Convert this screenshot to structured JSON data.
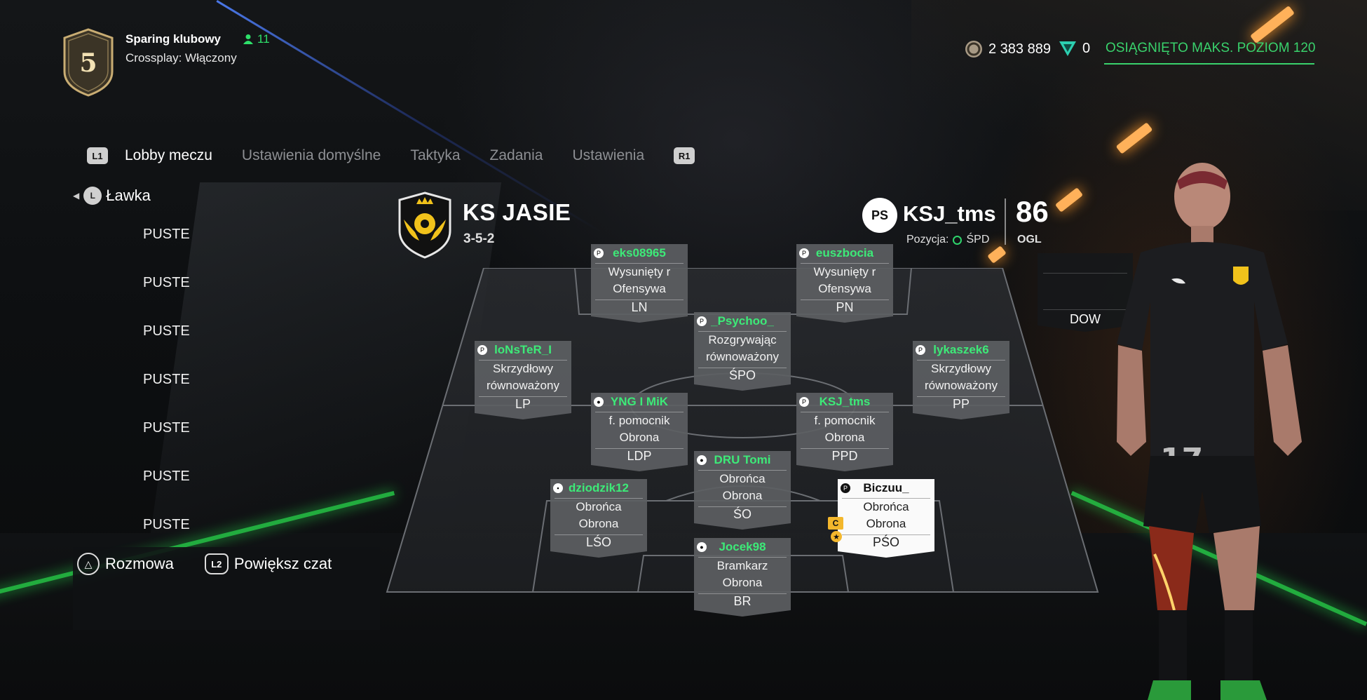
{
  "lobby": {
    "division": "5",
    "mode_title": "Sparing klubowy",
    "member_count": "11",
    "crossplay": "Crossplay: Włączony"
  },
  "wallet": {
    "coins": "2 383 889",
    "points": "0",
    "max_level": "OSIĄGNIĘTO MAKS. POZIOM 120"
  },
  "tabs": {
    "left_button": "L1",
    "right_button": "R1",
    "items": [
      "Lobby meczu",
      "Ustawienia domyślne",
      "Taktyka",
      "Zadania",
      "Ustawienia"
    ],
    "active": "Lobby meczu"
  },
  "bench": {
    "stick": "L",
    "title": "Ławka",
    "slots": [
      "PUSTE",
      "PUSTE",
      "PUSTE",
      "PUSTE",
      "PUSTE",
      "PUSTE",
      "PUSTE"
    ]
  },
  "chat": {
    "talk_label": "Rozmowa",
    "talk_button": "△",
    "expand_label": "Powiększ czat",
    "expand_button": "L2"
  },
  "team": {
    "name": "KS JASIE",
    "formation": "3-5-2"
  },
  "player": {
    "name": "KSJ_tms",
    "platform": "PS",
    "position_label": "Pozycja:",
    "position": "ŚPD",
    "rating": "86",
    "rating_label": "OGL",
    "shirt_number": "17"
  },
  "cards": [
    {
      "id": "ln",
      "name": "eks08965",
      "role1": "Wysunięty r",
      "role2": "Ofensywa",
      "pos": "LN",
      "selected": false
    },
    {
      "id": "pn",
      "name": "euszbocia",
      "role1": "Wysunięty r",
      "role2": "Ofensywa",
      "pos": "PN",
      "selected": false
    },
    {
      "id": "spo",
      "name": "_Psychoo_",
      "role1": "Rozgrywając",
      "role2": "równoważony",
      "pos": "ŚPO",
      "selected": false
    },
    {
      "id": "lp",
      "name": "loNsTeR_I",
      "role1": "Skrzydłowy",
      "role2": "równoważony",
      "pos": "LP",
      "selected": false
    },
    {
      "id": "pp",
      "name": "lykaszek6",
      "role1": "Skrzydłowy",
      "role2": "równoważony",
      "pos": "PP",
      "selected": false
    },
    {
      "id": "ldp",
      "name": "YNG I MiK",
      "role1": "f. pomocnik",
      "role2": "Obrona",
      "pos": "LDP",
      "selected": false
    },
    {
      "id": "ppd",
      "name": "KSJ_tms",
      "role1": "f. pomocnik",
      "role2": "Obrona",
      "pos": "PPD",
      "selected": false
    },
    {
      "id": "so",
      "name": "DRU Tomi",
      "role1": "Obrońca",
      "role2": "Obrona",
      "pos": "ŚO",
      "selected": false
    },
    {
      "id": "lso",
      "name": "dziodzik12",
      "role1": "Obrońca",
      "role2": "Obrona",
      "pos": "LŚO",
      "selected": false
    },
    {
      "id": "pso",
      "name": "Biczuu_",
      "role1": "Obrońca",
      "role2": "Obrona",
      "pos": "PŚO",
      "selected": true
    },
    {
      "id": "br",
      "name": "Jocek98",
      "role1": "Bramkarz",
      "role2": "Obrona",
      "pos": "BR",
      "selected": false
    }
  ],
  "captain_badge": "C",
  "star_badge": "★",
  "empty_slot": {
    "pos": "DOW"
  },
  "icons": {
    "division": "shield-icon",
    "members": "person-icon",
    "coins": "coin-icon",
    "points": "points-icon",
    "platform": "playstation-icon"
  },
  "colors": {
    "accent_green": "#3dea78",
    "captain": "#f3b72c",
    "card": "#5c5e62"
  }
}
